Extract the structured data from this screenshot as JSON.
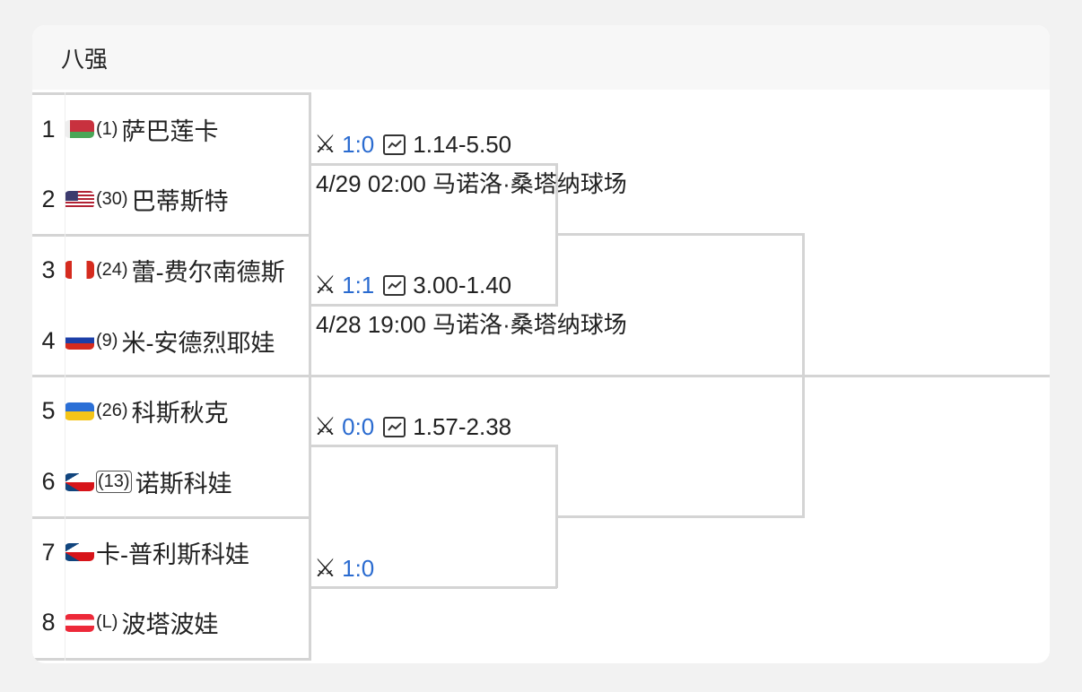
{
  "header": {
    "title": "八强"
  },
  "players": [
    {
      "num": "1",
      "seed": "(1)",
      "name": "萨巴莲卡",
      "flag": "belarus"
    },
    {
      "num": "2",
      "seed": "(30)",
      "name": "巴蒂斯特",
      "flag": "usa"
    },
    {
      "num": "3",
      "seed": "(24)",
      "name": "蕾-费尔南德斯",
      "flag": "canada"
    },
    {
      "num": "4",
      "seed": "(9)",
      "name": "米-安德烈耶娃",
      "flag": "russia"
    },
    {
      "num": "5",
      "seed": "(26)",
      "name": "科斯秋克",
      "flag": "ukraine"
    },
    {
      "num": "6",
      "seed": "(13)",
      "name": "诺斯科娃",
      "flag": "czech"
    },
    {
      "num": "7",
      "seed": "",
      "name": "卡-普利斯科娃",
      "flag": "czech"
    },
    {
      "num": "8",
      "seed": "(L)",
      "name": "波塔波娃",
      "flag": "austria"
    }
  ],
  "matches": [
    {
      "h2h": "1:0",
      "odds": "1.14-5.50",
      "info": "4/29 02:00 马诺洛·桑塔纳球场"
    },
    {
      "h2h": "1:1",
      "odds": "3.00-1.40",
      "info": "4/28 19:00 马诺洛·桑塔纳球场"
    },
    {
      "h2h": "0:0",
      "odds": "1.57-2.38"
    },
    {
      "h2h": "1:0"
    }
  ],
  "colors": {
    "h2h": "#2a6bd0",
    "line": "#d4d4d4"
  }
}
